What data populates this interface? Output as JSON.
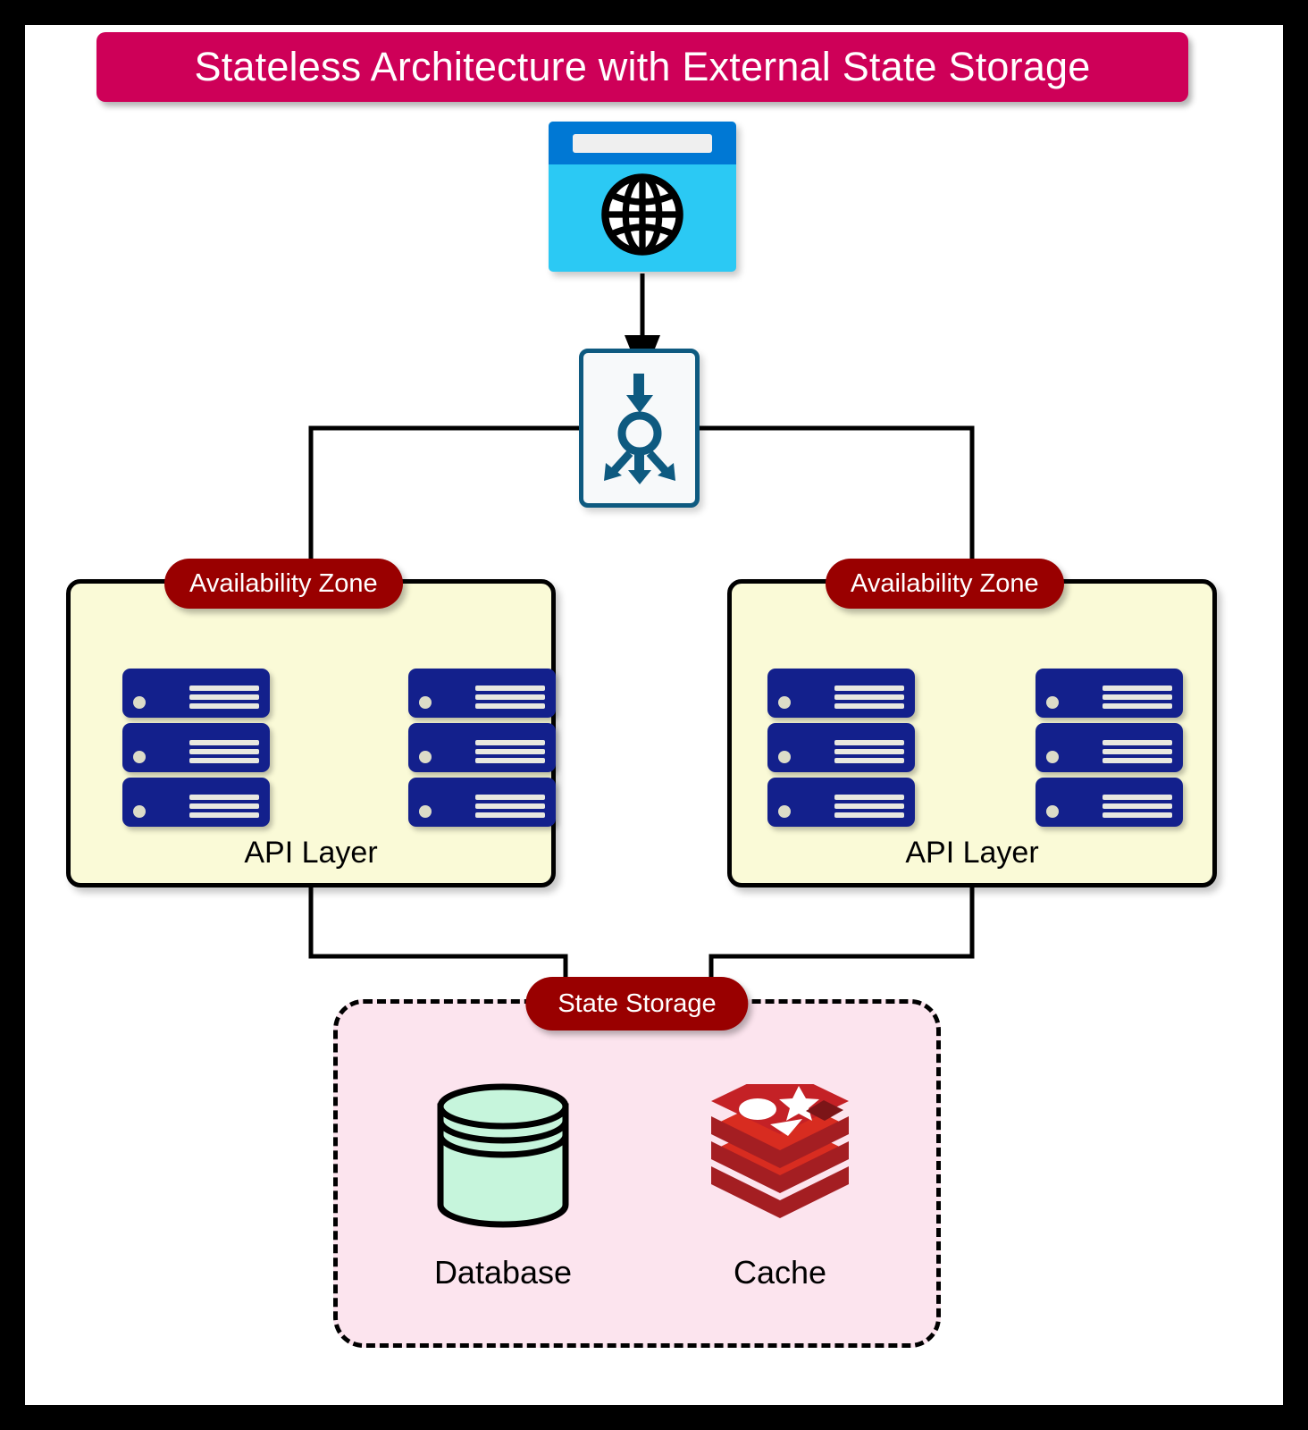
{
  "title": {
    "text": "Stateless Architecture with External State Storage",
    "bg_color": "#CE0058",
    "text_color": "#FFFFFF"
  },
  "nodes": {
    "client": {
      "icon": "browser-globe-icon",
      "titlebar_color": "#0078D4",
      "body_color": "#2BC9F4"
    },
    "load_balancer": {
      "icon": "load-balancer-icon",
      "border_color": "#0E5A80",
      "fill_color": "#F7F9FA"
    }
  },
  "zones": [
    {
      "label": "Availability Zone",
      "caption": "API Layer",
      "label_color": "#990000",
      "fill_color": "#FAFAD7",
      "racks": [
        {
          "servers": 3
        },
        {
          "servers": 3
        }
      ]
    },
    {
      "label": "Availability Zone",
      "caption": "API Layer",
      "label_color": "#990000",
      "fill_color": "#FAFAD7",
      "racks": [
        {
          "servers": 3
        },
        {
          "servers": 3
        }
      ]
    }
  ],
  "storage": {
    "label": "State Storage",
    "label_color": "#990000",
    "fill_color": "#FCE4EE",
    "border_style": "dashed",
    "items": [
      {
        "caption": "Database",
        "icon": "database-cylinder-icon",
        "color": "#C6F5DC"
      },
      {
        "caption": "Cache",
        "icon": "redis-stack-icon",
        "color": "#C42126"
      }
    ]
  },
  "connections": [
    {
      "from": "client",
      "to": "load_balancer"
    },
    {
      "from": "load_balancer",
      "to": "zone-left"
    },
    {
      "from": "load_balancer",
      "to": "zone-right"
    },
    {
      "from": "zone-left",
      "to": "storage"
    },
    {
      "from": "zone-right",
      "to": "storage"
    }
  ],
  "colors": {
    "connector": "#000000",
    "server": "#13208C",
    "frame": "#000000",
    "canvas": "#FFFFFF"
  }
}
